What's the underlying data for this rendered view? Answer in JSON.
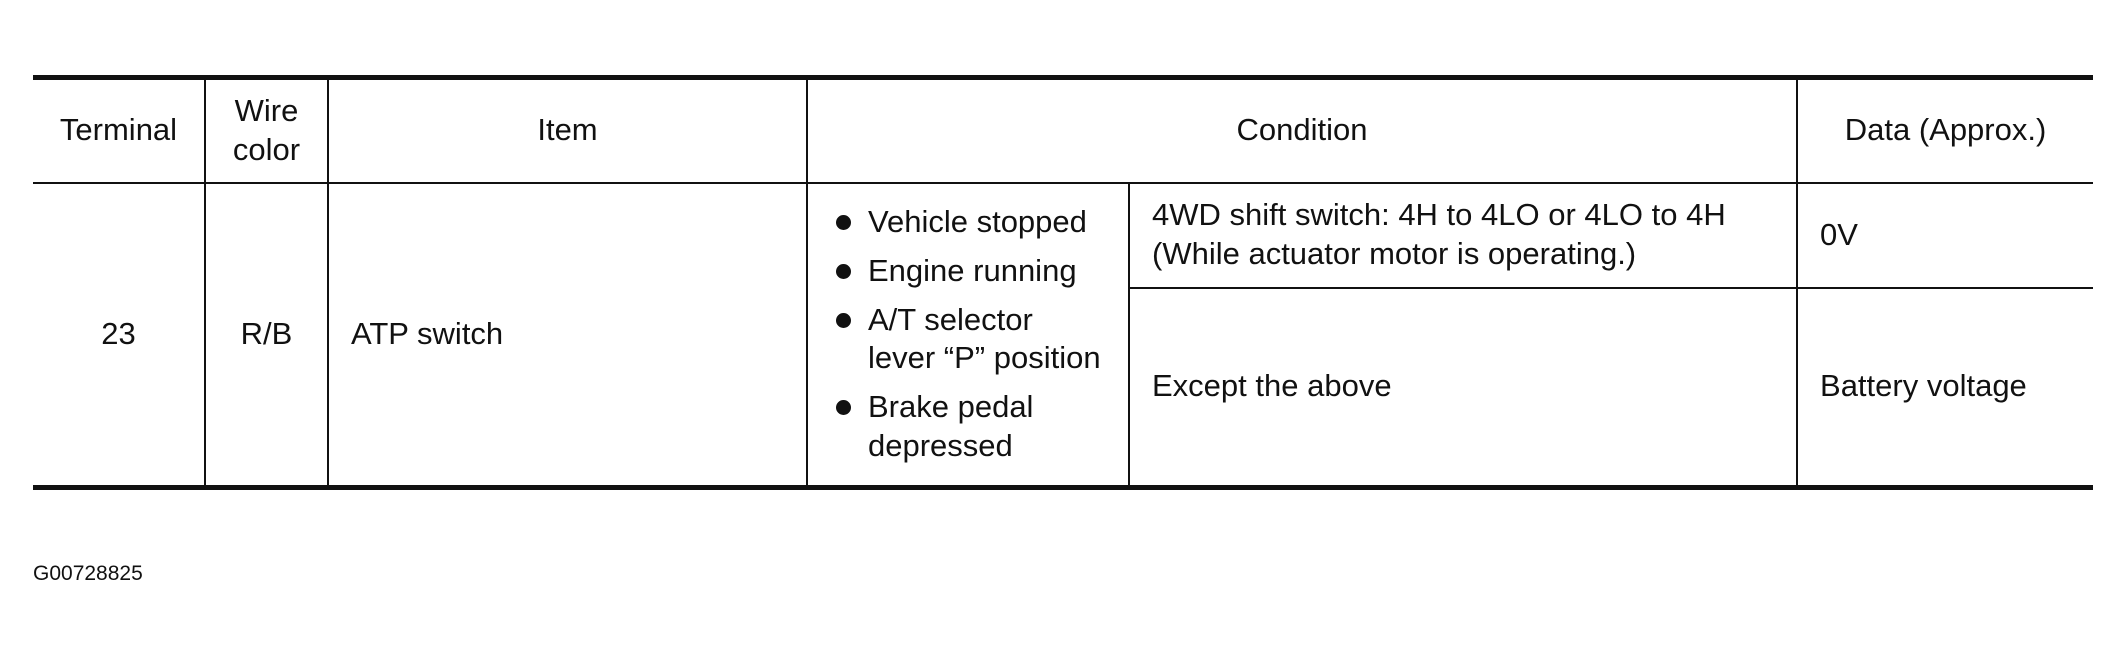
{
  "table": {
    "headers": {
      "terminal": "Terminal",
      "wire_color_line1": "Wire",
      "wire_color_line2": "color",
      "item": "Item",
      "condition": "Condition",
      "data": "Data (Approx.)"
    },
    "row": {
      "terminal": "23",
      "wire_color": "R/B",
      "item": "ATP switch",
      "conditions": [
        "Vehicle stopped",
        "Engine running",
        "A/T selector lever “P” position",
        "Brake pedal depressed"
      ],
      "cases": [
        {
          "condition_line1": "4WD shift switch: 4H to 4LO or 4LO to 4H",
          "condition_line2": "(While actuator motor is operating.)",
          "data": "0V"
        },
        {
          "condition_line1": "Except the above",
          "data": "Battery voltage"
        }
      ]
    }
  },
  "footer": {
    "code": "G00728825"
  }
}
